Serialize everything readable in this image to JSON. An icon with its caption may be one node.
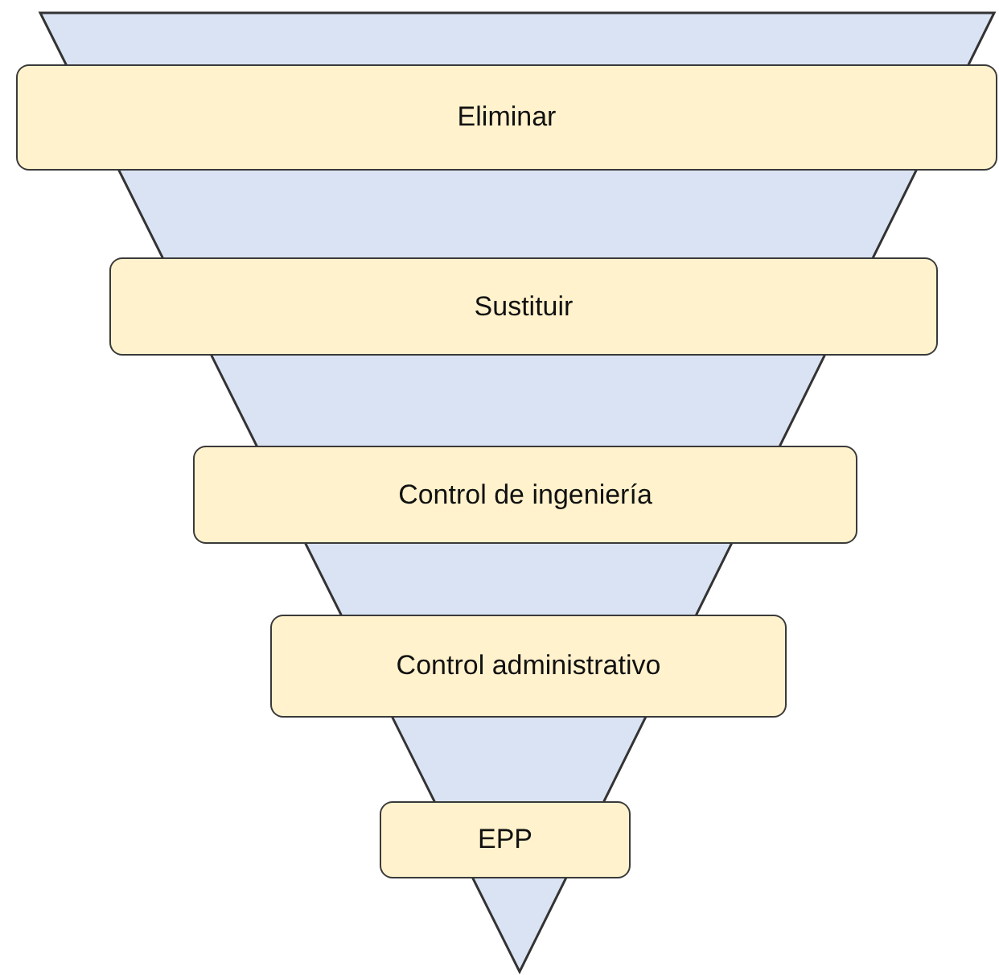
{
  "diagram": {
    "nodes": [
      {
        "text": [
          "Eliminar"
        ]
      },
      {
        "text": [
          "Sustituir"
        ]
      },
      {
        "text": [
          "Control de ingeniería"
        ]
      },
      {
        "text": [
          "Control administrativo"
        ]
      },
      {
        "text": [
          "EPP"
        ]
      }
    ]
  }
}
